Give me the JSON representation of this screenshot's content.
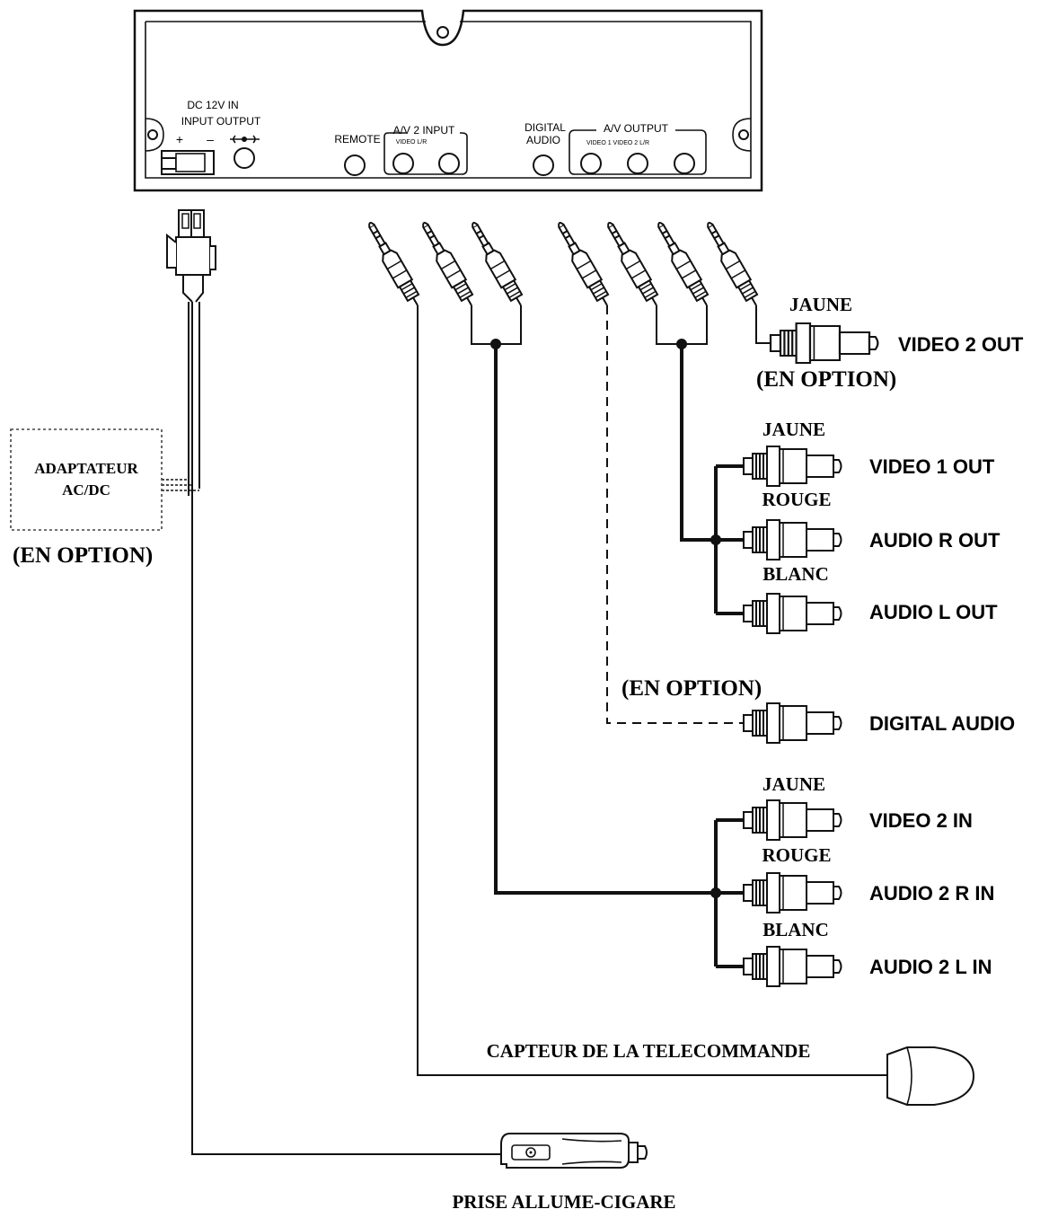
{
  "device_panel": {
    "dc_in": "DC 12V IN",
    "input_output": "INPUT OUTPUT",
    "polarity_plus": "+",
    "polarity_minus": "–",
    "remote": "REMOTE",
    "av2_input": "A/V 2 INPUT",
    "av2_input_sub": "VIDEO L/R",
    "digital_audio_1": "DIGITAL",
    "digital_audio_2": "AUDIO",
    "av_output": "A/V OUTPUT",
    "av_output_sub": "VIDEO 1 VIDEO 2 L/R"
  },
  "adapter": {
    "line1": "ADAPTATEUR",
    "line2": "AC/DC",
    "option": "(EN OPTION)"
  },
  "video2_out": {
    "color": "JAUNE",
    "label": "VIDEO 2 OUT",
    "option": "(EN OPTION)"
  },
  "av_out": {
    "video_color": "JAUNE",
    "video_label": "VIDEO 1 OUT",
    "r_color": "ROUGE",
    "r_label": "AUDIO R OUT",
    "l_color": "BLANC",
    "l_label": "AUDIO L OUT"
  },
  "digital": {
    "option": "(EN OPTION)",
    "label": "DIGITAL AUDIO"
  },
  "av_in": {
    "video_color": "JAUNE",
    "video_label": "VIDEO 2 IN",
    "r_color": "ROUGE",
    "r_label": "AUDIO 2 R IN",
    "l_color": "BLANC",
    "l_label": "AUDIO 2 L IN"
  },
  "remote_sensor": {
    "label": "CAPTEUR DE LA TELECOMMANDE"
  },
  "cigarette": {
    "label": "PRISE ALLUME-CIGARE"
  }
}
